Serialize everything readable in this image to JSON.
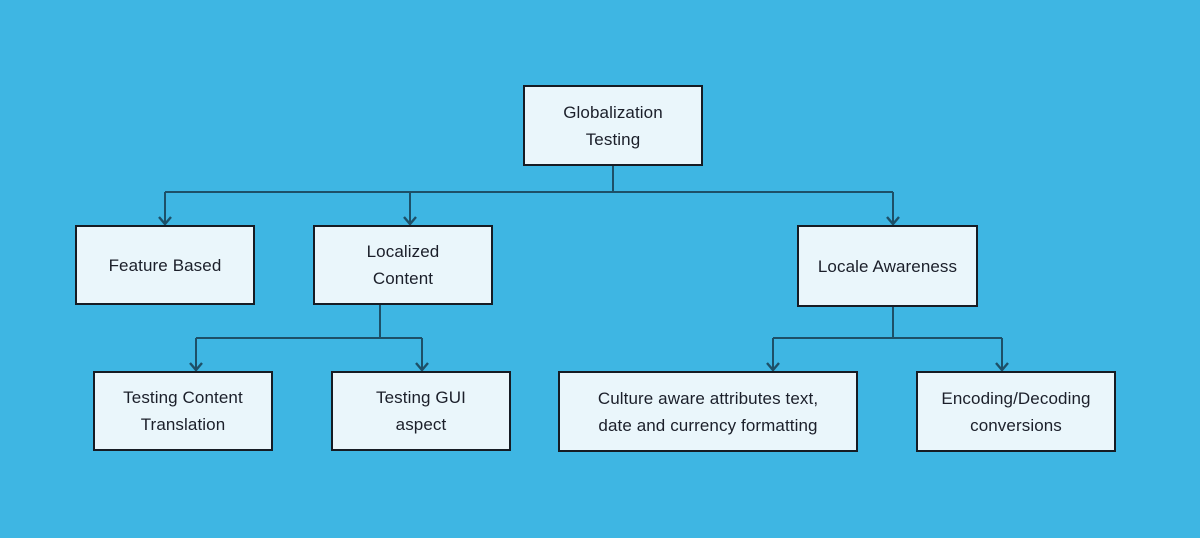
{
  "diagram": {
    "title": "Globalization Testing hierarchy diagram",
    "colors": {
      "background": "#3eb6e3",
      "box_fill": "#eaf6fb",
      "box_border": "#161c24",
      "connector_line": "#1d5068",
      "text": "#1b1f2a"
    },
    "nodes": {
      "globalization": {
        "id": "globalization-testing",
        "label": "Globalization Testing",
        "lines": [
          "Globalization",
          "Testing"
        ]
      },
      "feature": {
        "id": "feature-based",
        "label": "Feature Based",
        "lines": [
          "Feature Based"
        ]
      },
      "localized": {
        "id": "localized-content",
        "label": "Localized Content",
        "lines": [
          "Localized",
          "Content"
        ]
      },
      "locale": {
        "id": "locale-awareness",
        "label": "Locale Awareness",
        "lines": [
          "Locale Awareness"
        ]
      },
      "testing_content": {
        "id": "testing-content-translation",
        "label": "Testing Content Translation",
        "lines": [
          "Testing Content",
          "Translation"
        ]
      },
      "testing_gui": {
        "id": "testing-gui-aspect",
        "label": "Testing GUI aspect",
        "lines": [
          "Testing GUI",
          "aspect"
        ]
      },
      "culture": {
        "id": "culture-aware-attributes",
        "label": "Culture aware attributes text, date and currency formatting",
        "lines": [
          "Culture aware attributes text,",
          "date and currency formatting"
        ]
      },
      "encoding": {
        "id": "encoding-decoding-conversions",
        "label": "Encoding/Decoding conversions",
        "lines": [
          "Encoding/Decoding",
          "conversions"
        ]
      }
    },
    "edges": [
      {
        "from": "globalization-testing",
        "to": "feature-based"
      },
      {
        "from": "globalization-testing",
        "to": "localized-content"
      },
      {
        "from": "globalization-testing",
        "to": "locale-awareness"
      },
      {
        "from": "localized-content",
        "to": "testing-content-translation"
      },
      {
        "from": "localized-content",
        "to": "testing-gui-aspect"
      },
      {
        "from": "locale-awareness",
        "to": "culture-aware-attributes"
      },
      {
        "from": "locale-awareness",
        "to": "encoding-decoding-conversions"
      }
    ]
  }
}
